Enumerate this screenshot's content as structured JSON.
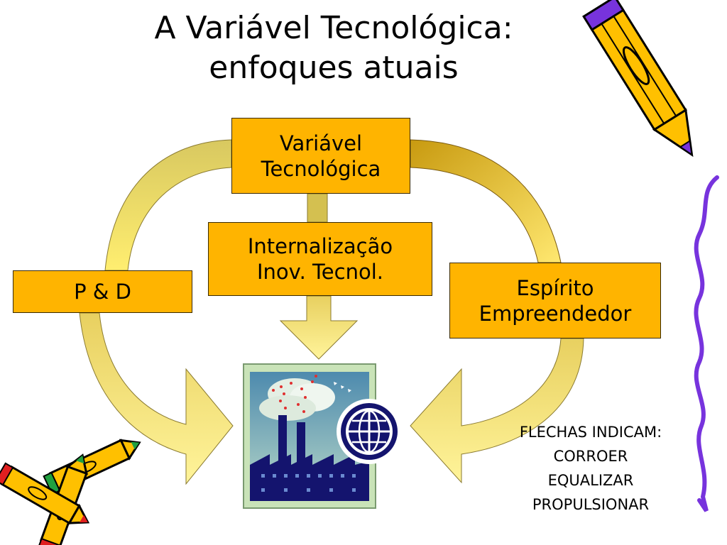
{
  "title": {
    "line1": "A Variável Tecnológica:",
    "line2": "enfoques atuais"
  },
  "boxes": {
    "variavel": {
      "line1": "Variável",
      "line2": "Tecnológica"
    },
    "pd": {
      "line1": "P & D"
    },
    "internalizacao": {
      "line1": "Internalização",
      "line2": "Inov. Tecnol."
    },
    "espirito": {
      "line1": "Espírito",
      "line2": "Empreendedor"
    }
  },
  "note": {
    "heading": "FLECHAS INDICAM:",
    "items": [
      "CORROER",
      "EQUALIZAR",
      "PROPULSIONAR"
    ]
  },
  "colors": {
    "box_fill": "#FFB400",
    "arrow_light": "#FFF27A",
    "arrow_dark": "#C8A020",
    "pencil_body": "#FFC000",
    "factory_dark": "#14146E",
    "border_line": "#7733DD"
  },
  "icons": [
    "pencil-icon",
    "factory-clipart",
    "globe-icon",
    "crayons-icon"
  ]
}
